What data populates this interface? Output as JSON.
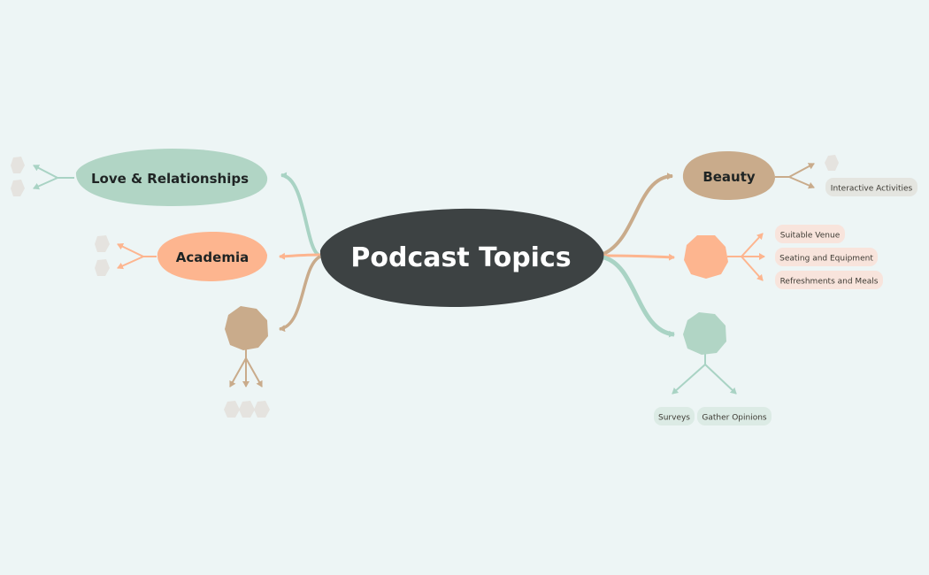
{
  "central_topic": "Podcast Topics",
  "branches": {
    "love": {
      "label": "Love & Relationships"
    },
    "academia": {
      "label": "Academia"
    },
    "beauty": {
      "label": "Beauty",
      "children": [
        "Interactive Activities"
      ]
    },
    "logistics": {
      "children": [
        "Suitable Venue",
        "Seating and Equipment",
        "Refreshments and Meals"
      ]
    },
    "feedback": {
      "children": [
        "Surveys",
        "Gather Opinions"
      ]
    }
  },
  "colors": {
    "background": "#edf5f5",
    "central": "#3d4243",
    "green": "#b1d5c5",
    "orange": "#fdb58f",
    "tan": "#c9ab8b",
    "placeholder": "#e5e3df",
    "pill_orange": "#f8e4dc",
    "pill_green": "#dcebe5",
    "pill_gray": "#e4e5e0"
  }
}
